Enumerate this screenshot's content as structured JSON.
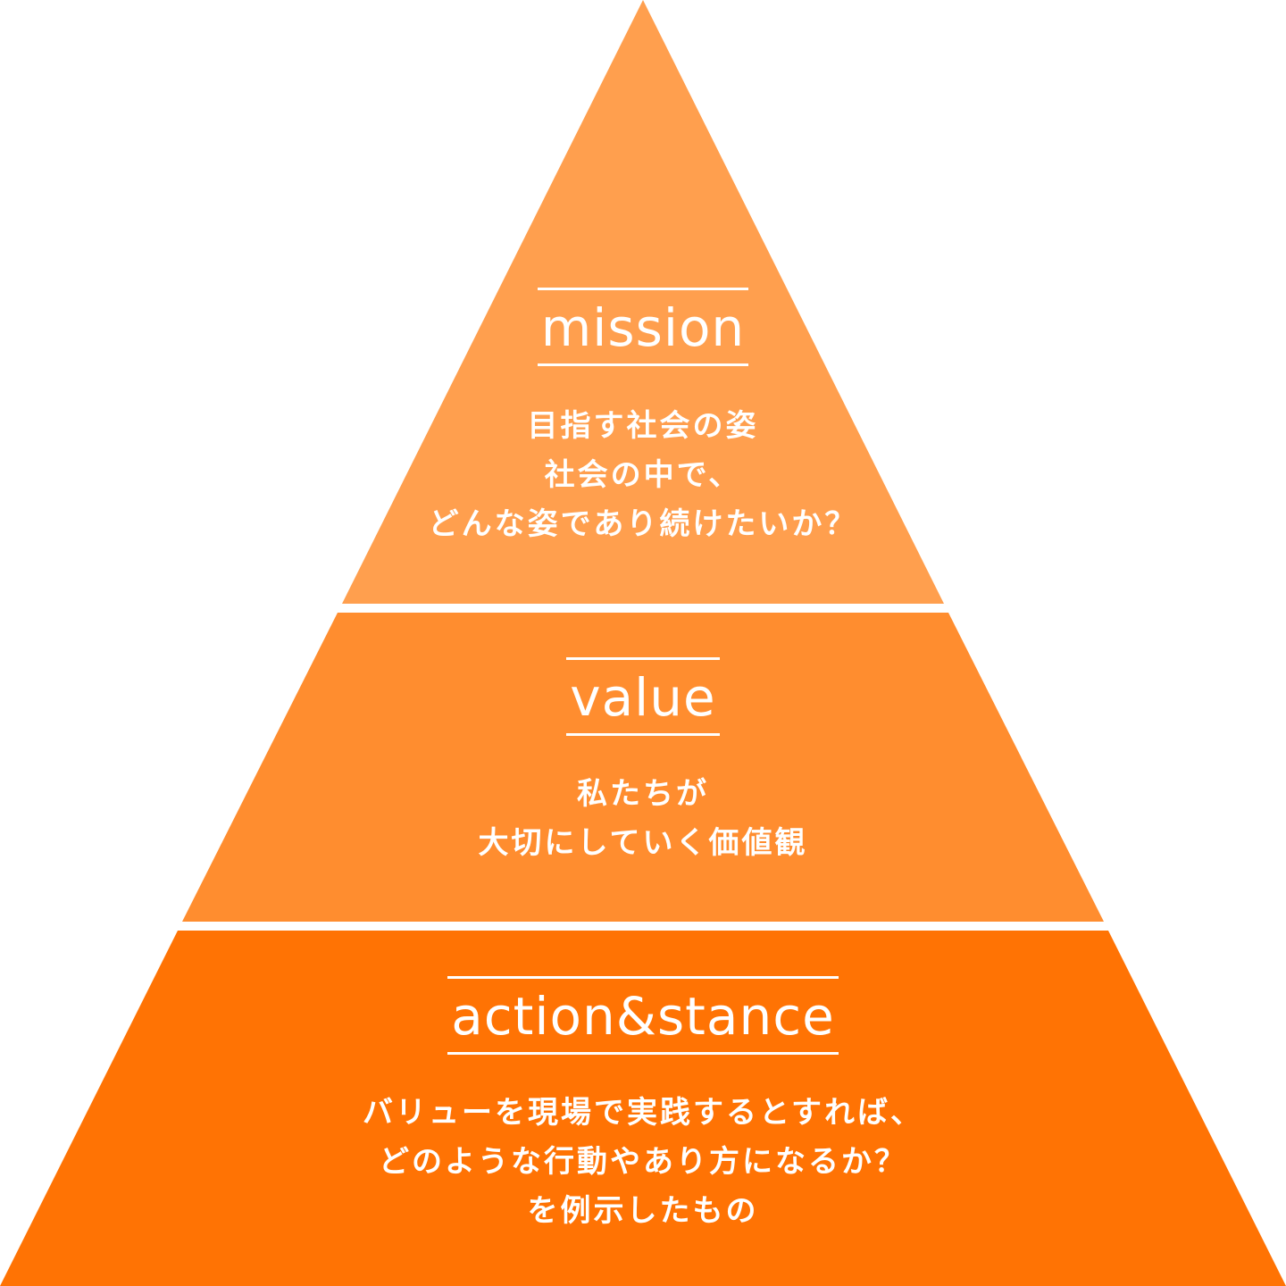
{
  "pyramid": {
    "tiers": [
      {
        "heading": "mission",
        "lines": [
          "目指す社会の姿",
          "社会の中で、",
          "どんな姿であり続けたいか？"
        ],
        "color": "#FF9F4E"
      },
      {
        "heading": "value",
        "lines": [
          "私たちが",
          "大切にしていく価値観"
        ],
        "color": "#FF8D2F"
      },
      {
        "heading": "action&stance",
        "lines": [
          "バリューを現場で実践するとすれば、",
          "どのような行動やあり方になるか？",
          "を例示したもの"
        ],
        "color": "#FF7304"
      }
    ],
    "separator_color": "#FFFFFF"
  }
}
